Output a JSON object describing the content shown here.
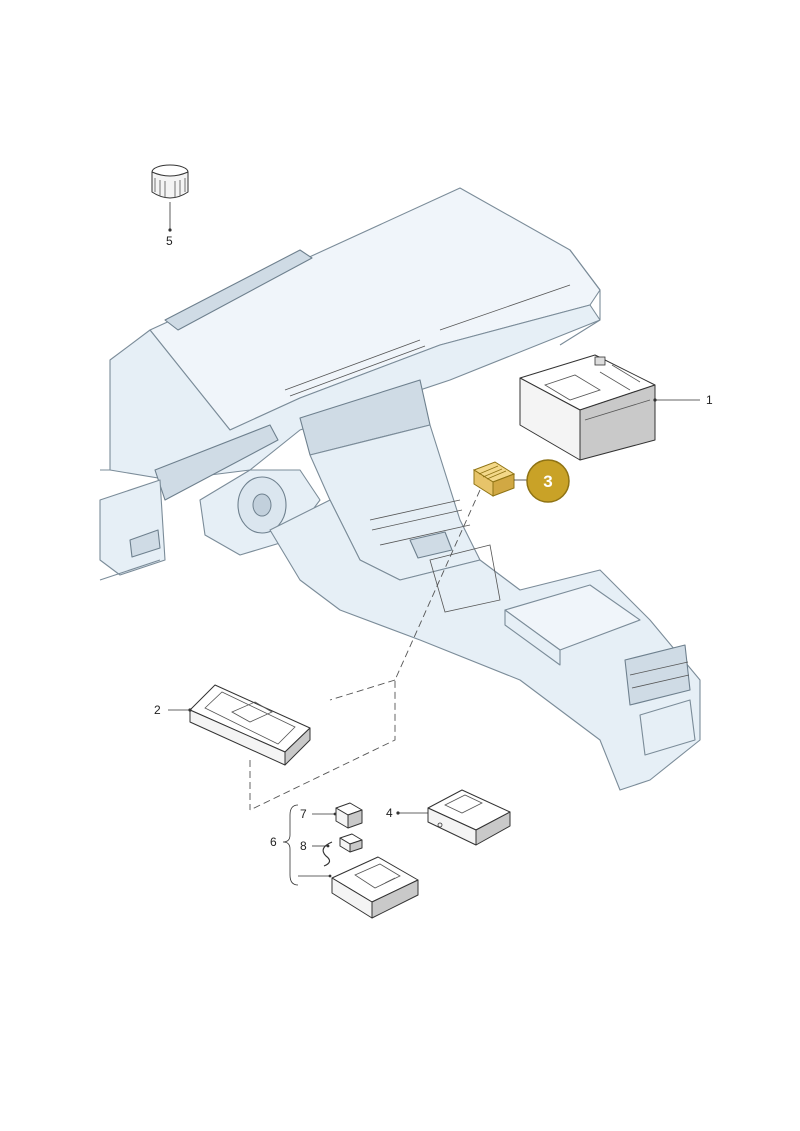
{
  "diagram": {
    "callouts": [
      {
        "id": "1",
        "label": "1"
      },
      {
        "id": "2",
        "label": "2"
      },
      {
        "id": "3",
        "label": "3"
      },
      {
        "id": "4",
        "label": "4"
      },
      {
        "id": "5",
        "label": "5"
      },
      {
        "id": "6",
        "label": "6"
      },
      {
        "id": "7",
        "label": "7"
      },
      {
        "id": "8",
        "label": "8"
      }
    ],
    "highlighted_part": "3",
    "colors": {
      "highlight_fill": "#c9a227",
      "highlight_stroke": "#8f7314",
      "highlight_part": "#e7c46a",
      "dashboard_fill": "#e6eff6",
      "line": "#7b8c99"
    }
  }
}
